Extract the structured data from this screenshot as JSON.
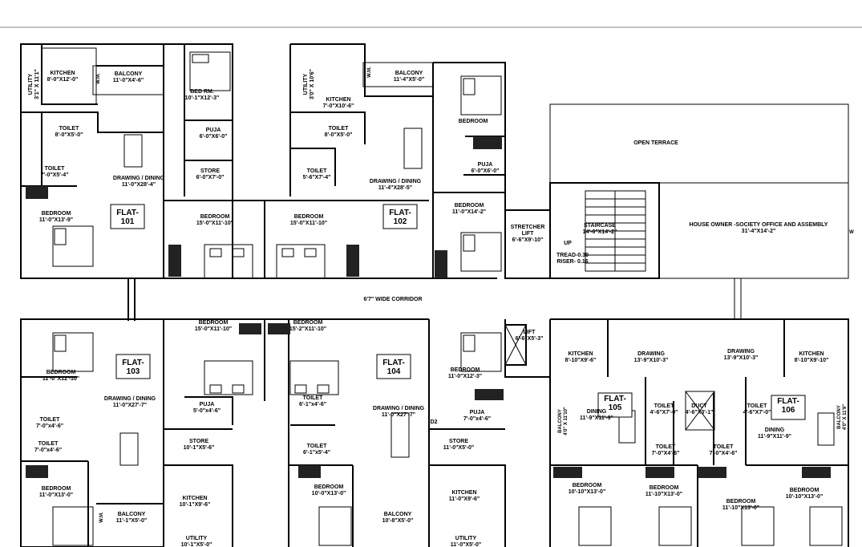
{
  "labels": {
    "flat101": {
      "name": "FLAT-\n101"
    },
    "flat102": {
      "name": "FLAT-\n102"
    },
    "flat103": {
      "name": "FLAT-\n103"
    },
    "flat104": {
      "name": "FLAT-\n104"
    },
    "flat105": {
      "name": "FLAT-\n105"
    },
    "flat106": {
      "name": "FLAT-\n106"
    },
    "r_utility1": "UTILITY\n3'1\" X 11'1\"",
    "r_kitchen1": "KITCHEN\n8'-0\"X12'-0\"",
    "r_balcony1": "BALCONY\n11'-0\"X4'-6\"",
    "r_wm1": "W.M.",
    "r_bedrm1": "BED RM.\n10'-1\"X12'-3\"",
    "r_puja1": "PUJA\n6'-0\"X6'-0\"",
    "r_store1": "STORE\n6'-0\"X7'-0\"",
    "r_toilet1a": "TOILET\n8'-0\"X5'-0\"",
    "r_toilet1b": "TOILET\n7'-0\"X5'-4\"",
    "r_drawing1": "DRAWING / DINING\n11'-0\"X28'-4\"",
    "r_bedroom1": "BEDROOM\n11'-0\"X13'-9\"",
    "r_bedroom1b": "BEDROOM\n15'-0\"X11'-10\"",
    "r_utility2": "UTILITY\n3'0\" X 10'6\"",
    "r_kitchen2": "KITCHEN\n7'-0\"X10'-6\"",
    "r_wm2": "W.M.",
    "r_balcony2": "BALCONY\n11'-4\"X5'-0\"",
    "r_bedroom2a": "BEDROOM",
    "r_toilet2a": "TOILET\n8'-0\"X5'-0\"",
    "r_toilet2b": "TOILET\n5'-6\"X7'-4\"",
    "r_drawing2": "DRAWING / DINING\n11'-4\"X28'-5\"",
    "r_puja2": "PUJA\n6'-0\"X6'-0\"",
    "r_bedroom2b": "BEDROOM\n11'-0\"X14'-2\"",
    "r_bedroom2c": "BEDROOM\n15'-0\"X11'-10\"",
    "r_stretcher": "STRETCHER\nLIFT\n6'-6\"X9'-10\"",
    "r_staircase": "STAIRCASE\n14'-6\"X14'-2\"",
    "r_up": "UP",
    "r_tread": "TREAD-0.30\nRISER- 0.16",
    "r_terrace": "OPEN TERRACE",
    "r_office": "HOUSE OWNER -SOCIETY OFFICE AND ASSEMBLY\n31'-4\"X14'-2\"",
    "r_w": "W",
    "r_corridor": "6'7\" WIDE CORRIDOR",
    "r_bedroom3a": "BEDROOM\n11'-0\"X12'-10\"",
    "r_drawing3": "DRAWING / DINING\n11'-0\"X27'-7\"",
    "r_toilet3a": "TOILET\n7'-0\"x4'-6\"",
    "r_toilet3b": "TOILET\n7'-0\"x4'-6\"",
    "r_bedroom3b": "BEDROOM\n11'-0\"X13'-0\"",
    "r_bedroom3c": "BEDROOM\n15'-0\"X11'-10\"",
    "r_puja3": "PUJA\n5'-0\"x4'-6\"",
    "r_store3": "STORE\n10'-1\"X5'-6\"",
    "r_kitchen3": "KITCHEN\n10'-1\"X9'-6\"",
    "r_balcony3": "BALCONY\n11'-1\"X5'-0\"",
    "r_wm3": "W.M.",
    "r_utility3": "UTILITY\n10'-1\"X5'-0\"",
    "r_bedroom4a": "BEDROOM\n15'-2\"X11'-10\"",
    "r_toilet4a": "TOILET\n6'-1\"x4'-6\"",
    "r_toilet4b": "TOILET\n6'-1\"x5'-4\"",
    "r_drawing4": "DRAWING / DINING\n11'-0\"X27'-7\"",
    "r_bedroom4b": "BEDROOM\n11'-0\"X12'-3\"",
    "r_d2": "D2",
    "r_puja4": "PUJA\n7'-0\"x4'-6\"",
    "r_store4": "STORE\n11'-0\"X5'-0\"",
    "r_bedroom4c": "BEDROOM\n10'-0\"X13'-0\"",
    "r_kitchen4": "KITCHEN\n11'-0\"X9'-6\"",
    "r_balcony4": "BALCONY\n10'-8\"X5'-0\"",
    "r_utility4": "UTILITY\n11'-0\"X5'-0\"",
    "r_lift": "LIFT\n6'-6\"X5'-3\"",
    "r_kitchen5": "KITCHEN\n8'-10\"X9'-6\"",
    "r_drawing5": "DRAWING\n13'-9\"X10'-3\"",
    "r_balcony5": "BALCONY\n4'0\" X 11'10\"",
    "r_dining5": "DINING\n11'-9\"X11'-9\"",
    "r_toilet5a": "TOILET\n4'-6\"X7'-0\"",
    "r_duct": "DUCT\n4'-6\"X3'-1\"",
    "r_toilet5b": "TOILET\n7'-0\"X4'-6\"",
    "r_bedroom5a": "BEDROOM\n10'-10\"X13'-0\"",
    "r_bedroom5b": "BEDROOM\n11'-10\"X13'-0\"",
    "r_drawing6": "DRAWING\n13'-9\"X10'-3\"",
    "r_kitchen6": "KITCHEN\n8'-10\"X9'-10\"",
    "r_toilet6a": "TOILET\n4'-6\"X7'-0\"",
    "r_dining6": "DINING\n11'-9\"X11'-9\"",
    "r_toilet6b": "TOILET\n7'-0\"X4'-6\"",
    "r_balcony6": "BALCONY\n4'0\" X 11'9\"",
    "r_bedroom6a": "BEDROOM\n11'-10\"X13'-0\"",
    "r_bedroom6b": "BEDROOM\n10'-10\"X13'-0\""
  }
}
